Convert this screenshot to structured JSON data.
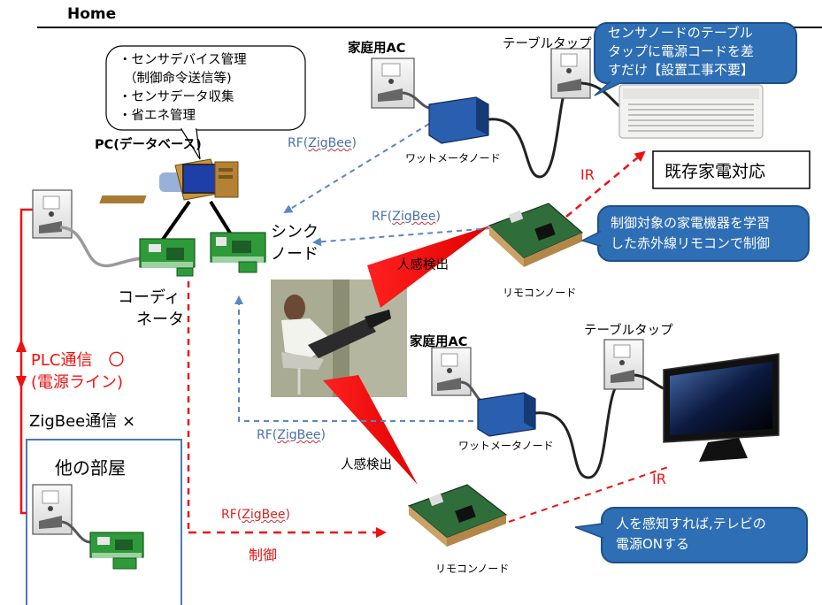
{
  "header": {
    "title": "Home"
  },
  "pc_bubble": {
    "lines": [
      "・センサデバイス管理",
      "（制御命令送信等)",
      "・センサデータ収集",
      "・省エネ管理"
    ]
  },
  "labels": {
    "pc": "PC(データベース)",
    "sink_node": [
      "シンク",
      "ノード"
    ],
    "coordinator": [
      "コーディ",
      "ネータ"
    ],
    "home_ac_1": "家庭用AC",
    "home_ac_2": "家庭用AC",
    "table_tap_1": "テーブルタップ",
    "table_tap_2": "テーブルタップ",
    "watt_meter_1": "ワットメータノード",
    "watt_meter_2": "ワットメータノード",
    "remote_node_1": "リモコンノード",
    "remote_node_2": "リモコンノード",
    "existing_appliance": "既存家電対応",
    "motion_1": "人感検出",
    "motion_2": "人感検出",
    "ir_1": "IR",
    "ir_2": "IR",
    "plc": [
      "PLC通信　〇",
      "(電源ライン)"
    ],
    "zigbee_cross": "ZigBee通信 ×",
    "other_room": "他の部屋",
    "control": "制御"
  },
  "rf_labels": {
    "rf_prefix": "RF(",
    "rf_word": "ZigBee",
    "rf_suffix": ")"
  },
  "callouts": {
    "top_right": [
      "センサノードのテーブル",
      "タップに電源コードを差",
      "すだけ【設置工事不要】"
    ],
    "middle_right": [
      "制御対象の家電機器を学習",
      "した赤外線リモコンで制御"
    ],
    "bottom_right": [
      "人を感知すれば,テレビの",
      "電源ONする"
    ]
  },
  "colors": {
    "callout_fill": "#2e6eb5",
    "callout_border": "#1f4f8a",
    "rf_blue": "#5b86c4",
    "red": "#ee1111",
    "board_green": "#2f9a3a",
    "watt_blue": "#2a5fb0",
    "room_border": "#4a78b5"
  }
}
